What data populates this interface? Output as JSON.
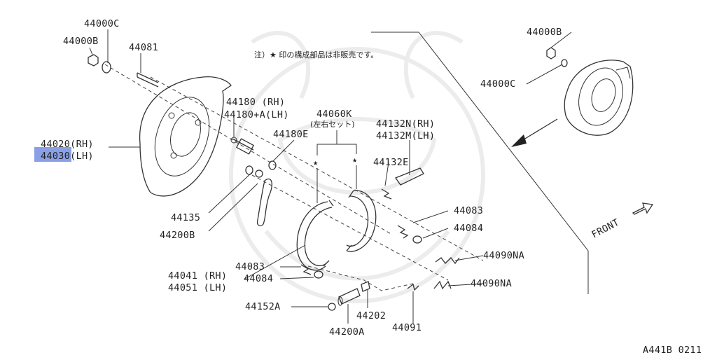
{
  "note": "注）★ 印の構成部品は非販売です。",
  "figure_id": "A441B 0211",
  "front_label": "FRONT",
  "labels": {
    "p44000C_left": "44000C",
    "p44000B_left": "44000B",
    "p44081": "44081",
    "p44180_rh": "44180  (RH)",
    "p44180_lh": "44180+A(LH)",
    "p44060K": "44060K",
    "p44060K_note": "(左右セット)",
    "p44180E": "44180E",
    "p44132N": "44132N(RH)",
    "p44132M": "44132M(LH)",
    "p44020": "44020(RH)",
    "p44030": "44030(LH)",
    "p44132E": "44132E",
    "p44135": "44135",
    "p44200B": "44200B",
    "p44083_right": "44083",
    "p44084_right": "44084",
    "p44090NA_1": "44090NA",
    "p44090NA_2": "44090NA",
    "p44041": "44041 (RH)",
    "p44051": "44051 (LH)",
    "p44083_left": "44083",
    "p44084_left": "44084",
    "p44152A": "44152A",
    "p44202": "44202",
    "p44091": "44091",
    "p44200A": "44200A",
    "p44000B_right": "44000B",
    "p44000C_right": "44000C"
  },
  "highlight_color": "#8aa0e6"
}
